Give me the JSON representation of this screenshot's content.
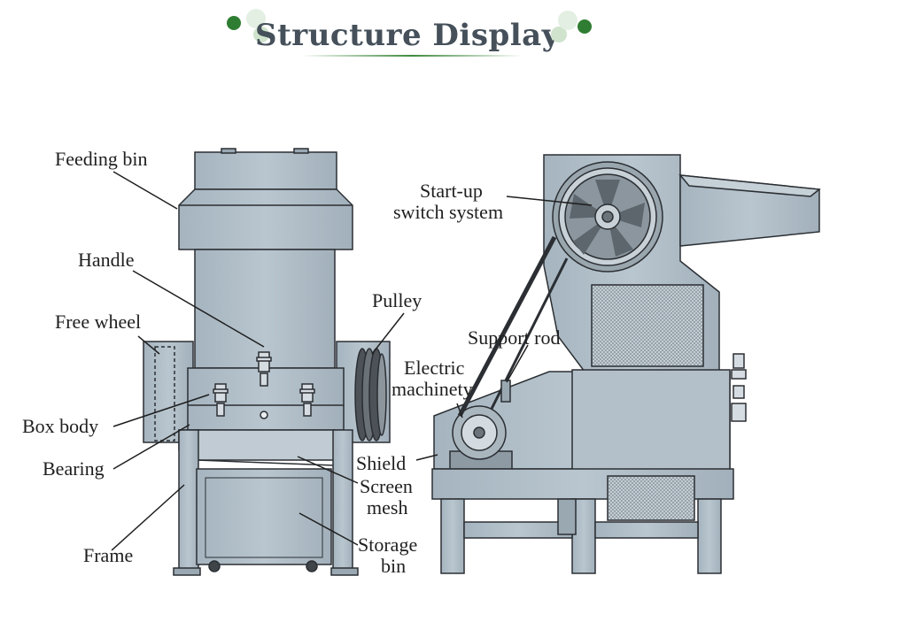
{
  "title": "Structure Display",
  "colors": {
    "accent_green": "#2f7d32",
    "machine_fill": "#aebcc6",
    "machine_dark": "#8d9ba6",
    "outline": "#2b2f33"
  },
  "labels": {
    "feeding_bin": "Feeding bin",
    "handle": "Handle",
    "free_wheel": "Free wheel",
    "box_body": "Box body",
    "bearing": "Bearing",
    "frame": "Frame",
    "pulley": "Pulley",
    "screen_mesh_1": "Screen",
    "screen_mesh_2": "mesh",
    "storage_bin_1": "Storage",
    "storage_bin_2": "bin",
    "startup_1": "Start-up",
    "startup_2": "switch system",
    "support_rod": "Support rod",
    "electric_1": "Electric",
    "electric_2": "machinety",
    "shield": "Shield"
  }
}
